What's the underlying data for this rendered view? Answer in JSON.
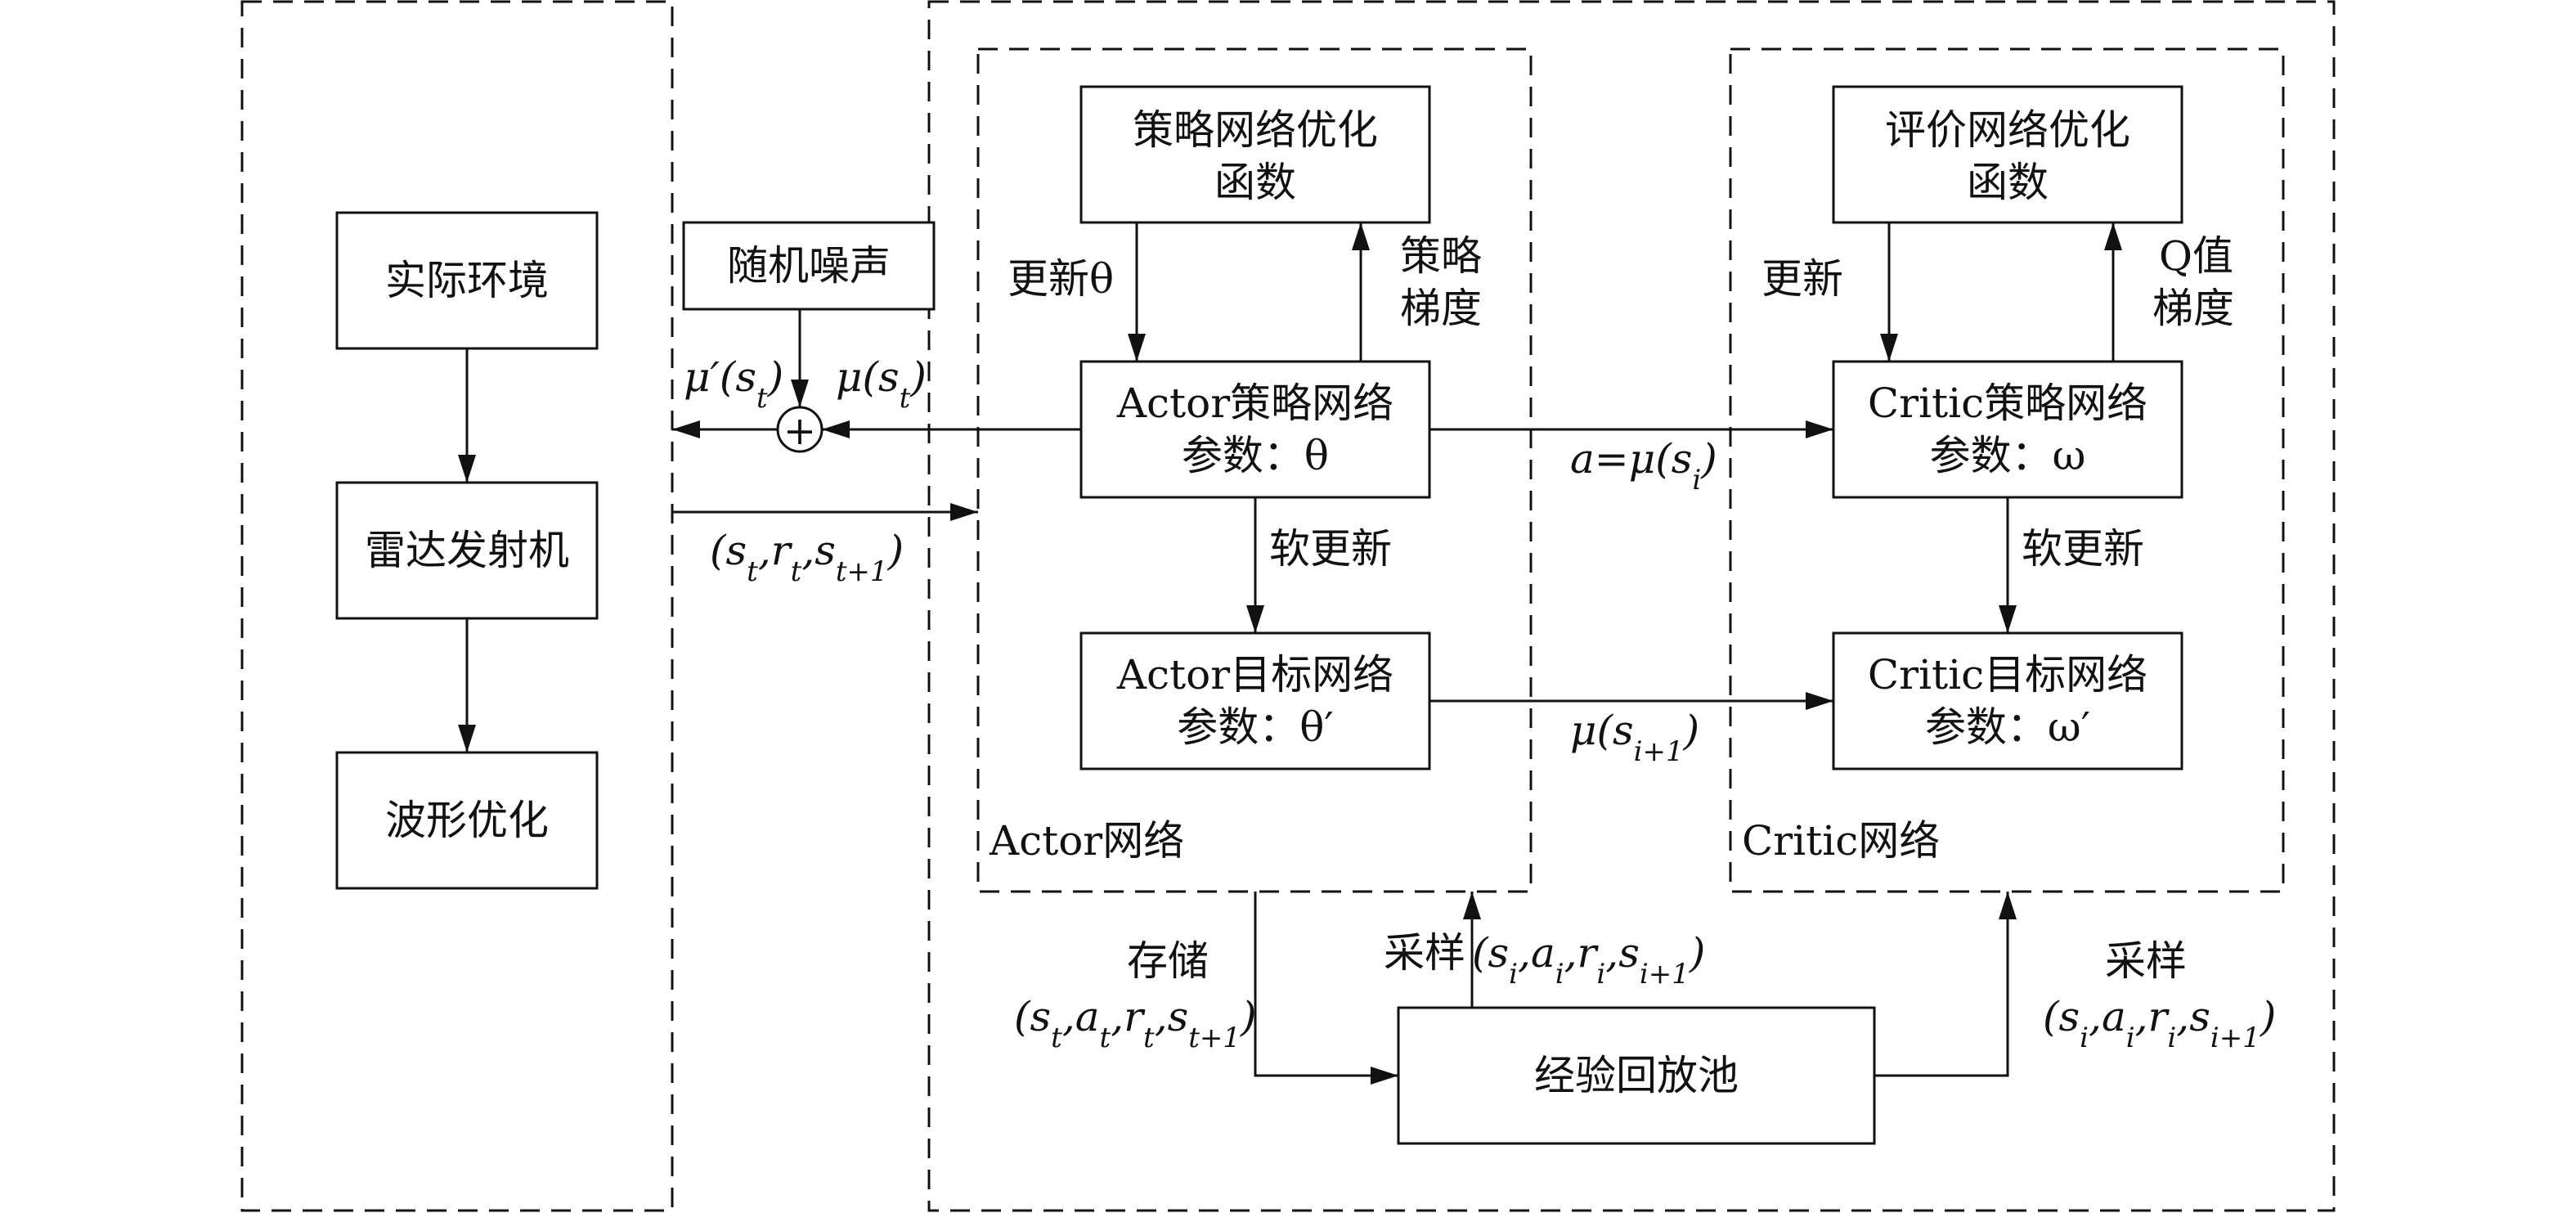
{
  "left_panel": {
    "env": "实际环境",
    "radar": "雷达发射机",
    "wave": "波形优化"
  },
  "noise": {
    "label": "随机噪声",
    "sum_symbol": "+",
    "mu_prime": "μ′(s_t)",
    "mu": "μ(s_t)",
    "transition": "(s_t,r_t,s_{t+1})"
  },
  "actor": {
    "group_label": "Actor网络",
    "opt_line1": "策略网络优化",
    "opt_line2": "函数",
    "update_label": "更新θ",
    "grad_line1": "策略",
    "grad_line2": "梯度",
    "policy_line1": "Actor策略网络",
    "policy_line2": "参数：θ",
    "soft_update": "软更新",
    "target_line1": "Actor目标网络",
    "target_line2": "参数：θ′"
  },
  "critic": {
    "group_label": "Critic网络",
    "opt_line1": "评价网络优化",
    "opt_line2": "函数",
    "update_label": "更新",
    "grad_line1": "Q值",
    "grad_line2": "梯度",
    "policy_line1": "Critic策略网络",
    "policy_line2": "参数：ω",
    "soft_update": "软更新",
    "target_line1": "Critic目标网络",
    "target_line2": "参数：ω′"
  },
  "links": {
    "action": "a=μ(s_i)",
    "target_action": "μ(s_{i+1})"
  },
  "replay": {
    "box": "经验回放池",
    "store_label": "存储",
    "store_tuple": "(s_t,a_t,r_t,s_{t+1})",
    "sample_label": "采样",
    "sample_tuple_actor": "(s_i,a_i,r_i,s_{i+1})",
    "sample_label_critic": "采样",
    "sample_tuple_critic": "(s_i,a_i,r_i,s_{i+1})"
  }
}
